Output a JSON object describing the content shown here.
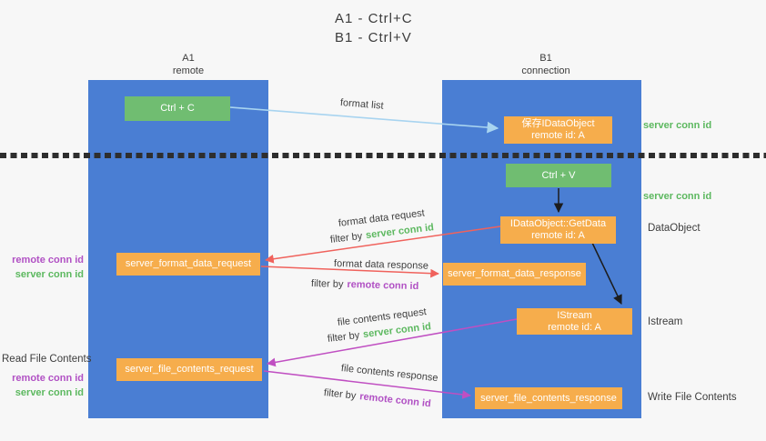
{
  "title": {
    "line1": "A1 - Ctrl+C",
    "line2": "B1 - Ctrl+V"
  },
  "lanes": {
    "left": {
      "name": "A1",
      "role": "remote"
    },
    "right": {
      "name": "B1",
      "role": "connection"
    }
  },
  "nodes": {
    "ctrl_c": {
      "label": "Ctrl + C"
    },
    "ctrl_v": {
      "label": "Ctrl + V"
    },
    "save_dataobject": {
      "line1": "保存IDataObject",
      "line2": "remote id: A"
    },
    "getdata": {
      "line1": "IDataObject::GetData",
      "line2": "remote id: A"
    },
    "istream": {
      "line1": "IStream",
      "line2": "remote id: A"
    },
    "format_request": {
      "label": "server_format_data_request"
    },
    "format_response": {
      "label": "server_format_data_response"
    },
    "file_request": {
      "label": "server_file_contents_request"
    },
    "file_response": {
      "label": "server_file_contents_response"
    }
  },
  "edge_labels": {
    "format_list": "format list",
    "format_data_request": "format data request",
    "filter_server_1": {
      "prefix": "filter by",
      "keyword": "server conn id"
    },
    "format_data_response": "format data response",
    "filter_remote_1": {
      "prefix": "filter by",
      "keyword": "remote conn id"
    },
    "file_contents_request": "file contents request",
    "filter_server_2": {
      "prefix": "filter by",
      "keyword": "server conn id"
    },
    "file_contents_response": "file contents response",
    "filter_remote_2": {
      "prefix": "filter by",
      "keyword": "remote conn id"
    }
  },
  "annotations": {
    "right": {
      "server_conn_top": "server conn id",
      "server_conn_mid": "server conn id",
      "dataobject": "DataObject",
      "istream": "Istream",
      "write_file": "Write File Contents"
    },
    "left": {
      "remote_conn_1": "remote conn id",
      "server_conn_1": "server conn id",
      "read_file": "Read File Contents",
      "remote_conn_2": "remote conn id",
      "server_conn_2": "server conn id"
    }
  },
  "colors": {
    "lane_blue": "#4a7ed3",
    "node_green": "#70bd71",
    "node_orange": "#f6ad4c",
    "server_conn_green": "#5cb85f",
    "remote_conn_purple": "#b151c4",
    "arrow_red": "#f0625c",
    "arrow_magenta": "#c04fc2",
    "arrow_lightblue": "#a8d4f0",
    "arrow_black": "#1c1c1c",
    "background": "#f7f7f7"
  }
}
